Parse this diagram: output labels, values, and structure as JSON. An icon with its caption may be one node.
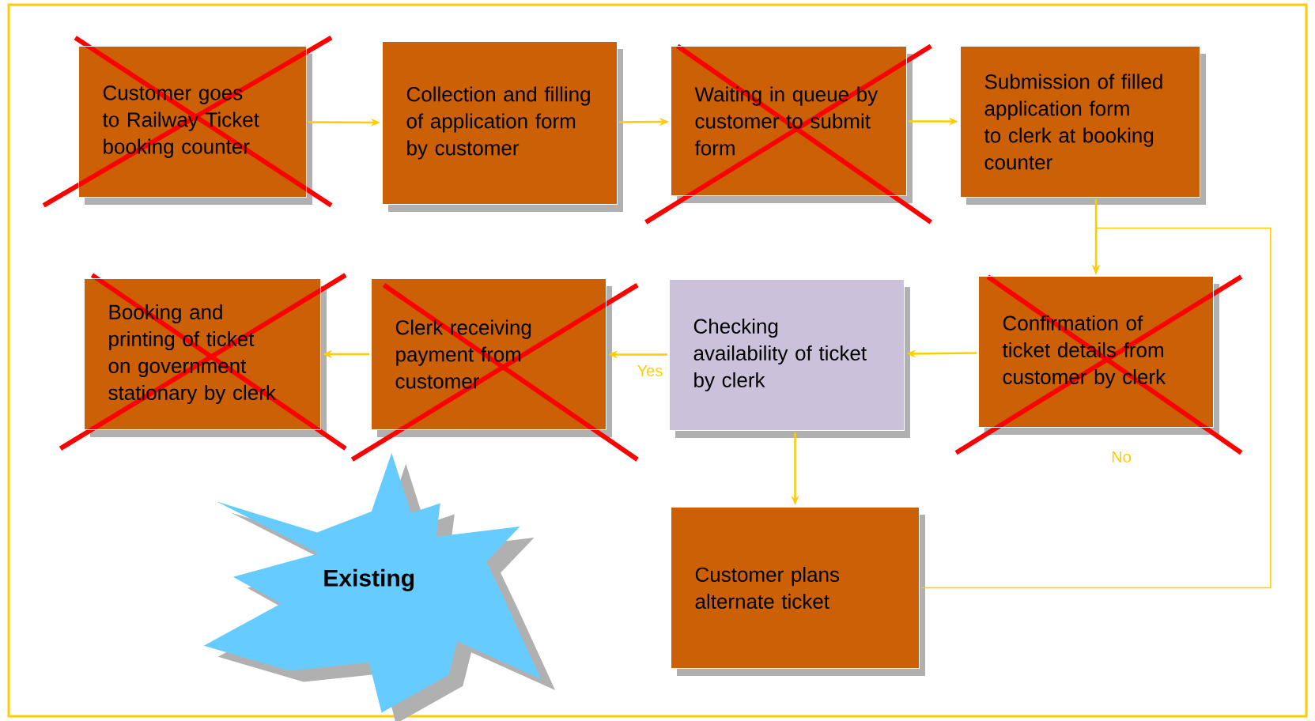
{
  "diagram": {
    "nodes": [
      {
        "text": [
          "Customer goes to Railway Ticket booking counter"
        ]
      },
      {
        "text": [
          "Collection and filling of application form by customer"
        ]
      },
      {
        "text": [
          "Waiting in queue by customer to submit form"
        ]
      },
      {
        "text": [
          "Submission of filled application form to clerk at booking counter"
        ]
      },
      {
        "text": [
          "Confirmation of ticket details from customer by clerk"
        ]
      },
      {
        "text": [
          "Checking availability of ticket by clerk"
        ]
      },
      {
        "text": [
          "Clerk receiving payment from customer"
        ]
      },
      {
        "text": [
          "Booking and printing of ticket on government stationary by clerk"
        ]
      },
      {
        "text": [
          "Customer plans alternate ticket"
        ]
      },
      {
        "text": [
          "Existing"
        ]
      }
    ],
    "edges": [
      {
        "from": 0,
        "to": 1,
        "arrow": "to"
      },
      {
        "from": 1,
        "to": 2,
        "arrow": "to"
      },
      {
        "from": 2,
        "to": 3,
        "arrow": "to"
      },
      {
        "from": 3,
        "to": 4,
        "arrow": "to"
      },
      {
        "from": 4,
        "to": 5,
        "arrow": "to"
      },
      {
        "from": 5,
        "to": 6,
        "arrow": "to",
        "label": "Yes"
      },
      {
        "from": 6,
        "to": 7,
        "arrow": "to"
      },
      {
        "from": 5,
        "to": 8,
        "arrow": "to"
      },
      {
        "from": 8,
        "to": 4,
        "arrow": "to"
      }
    ],
    "labels": [
      "No"
    ]
  }
}
